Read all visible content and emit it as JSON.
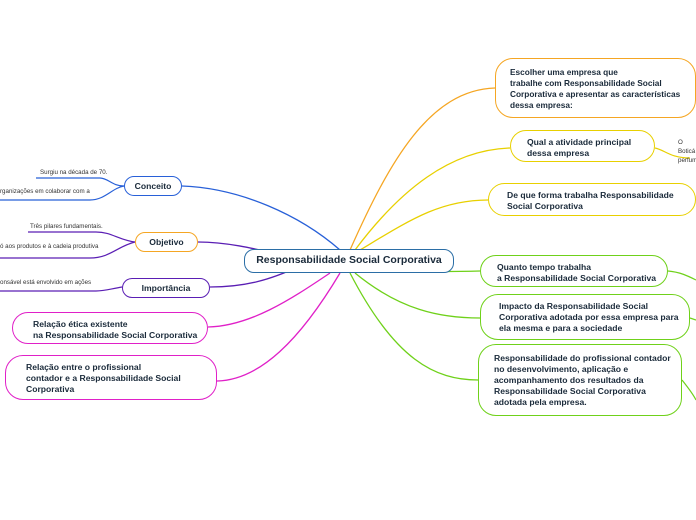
{
  "center": "Responsabilidade Social Corporativa",
  "colors": {
    "center_border": "#2b6ea6",
    "orange": "#f5a623",
    "yellow": "#e8d000",
    "green": "#6fd11a",
    "blue": "#2860d8",
    "purple": "#5a1eb4",
    "magenta": "#e020c8"
  },
  "right_topics": [
    {
      "label": "Escolher uma empresa que\ntrabalhe com Responsabilidade Social\nCorporativa e apresentar as características\ndessa empresa:"
    },
    {
      "label": "Qual a atividade principal\ndessa empresa",
      "leaf": "O Boticá\nperfuma"
    },
    {
      "label": "De que forma trabalha Responsabilidade\nSocial Corporativa"
    },
    {
      "label": "Quanto tempo trabalha\na Responsabilidade Social Corporativa"
    },
    {
      "label": "Impacto da Responsabilidade Social\nCorporativa adotada por essa empresa para\nela mesma e para a sociedade"
    },
    {
      "label": "Responsabilidade do profissional contador\nno desenvolvimento, aplicação e\nacompanhamento dos resultados da\nResponsabilidade Social Corporativa\nadotada pela empresa."
    }
  ],
  "left_topics": [
    {
      "label": "Conceito",
      "leaves": [
        "Surgiu na década de 70.",
        "rganizações em colaborar com a"
      ]
    },
    {
      "label": "Objetivo",
      "leaves": [
        "Três pilares fundamentais.",
        "ó aos produtos e à cadeia produtiva"
      ]
    },
    {
      "label": "Importância",
      "leaves": [
        "onsável está envolvido em ações"
      ]
    },
    {
      "label": "Relação ética existente\nna Responsabilidade Social Corporativa"
    },
    {
      "label": "Relação entre o profissional\ncontador e a Responsabilidade Social\nCorporativa"
    }
  ]
}
